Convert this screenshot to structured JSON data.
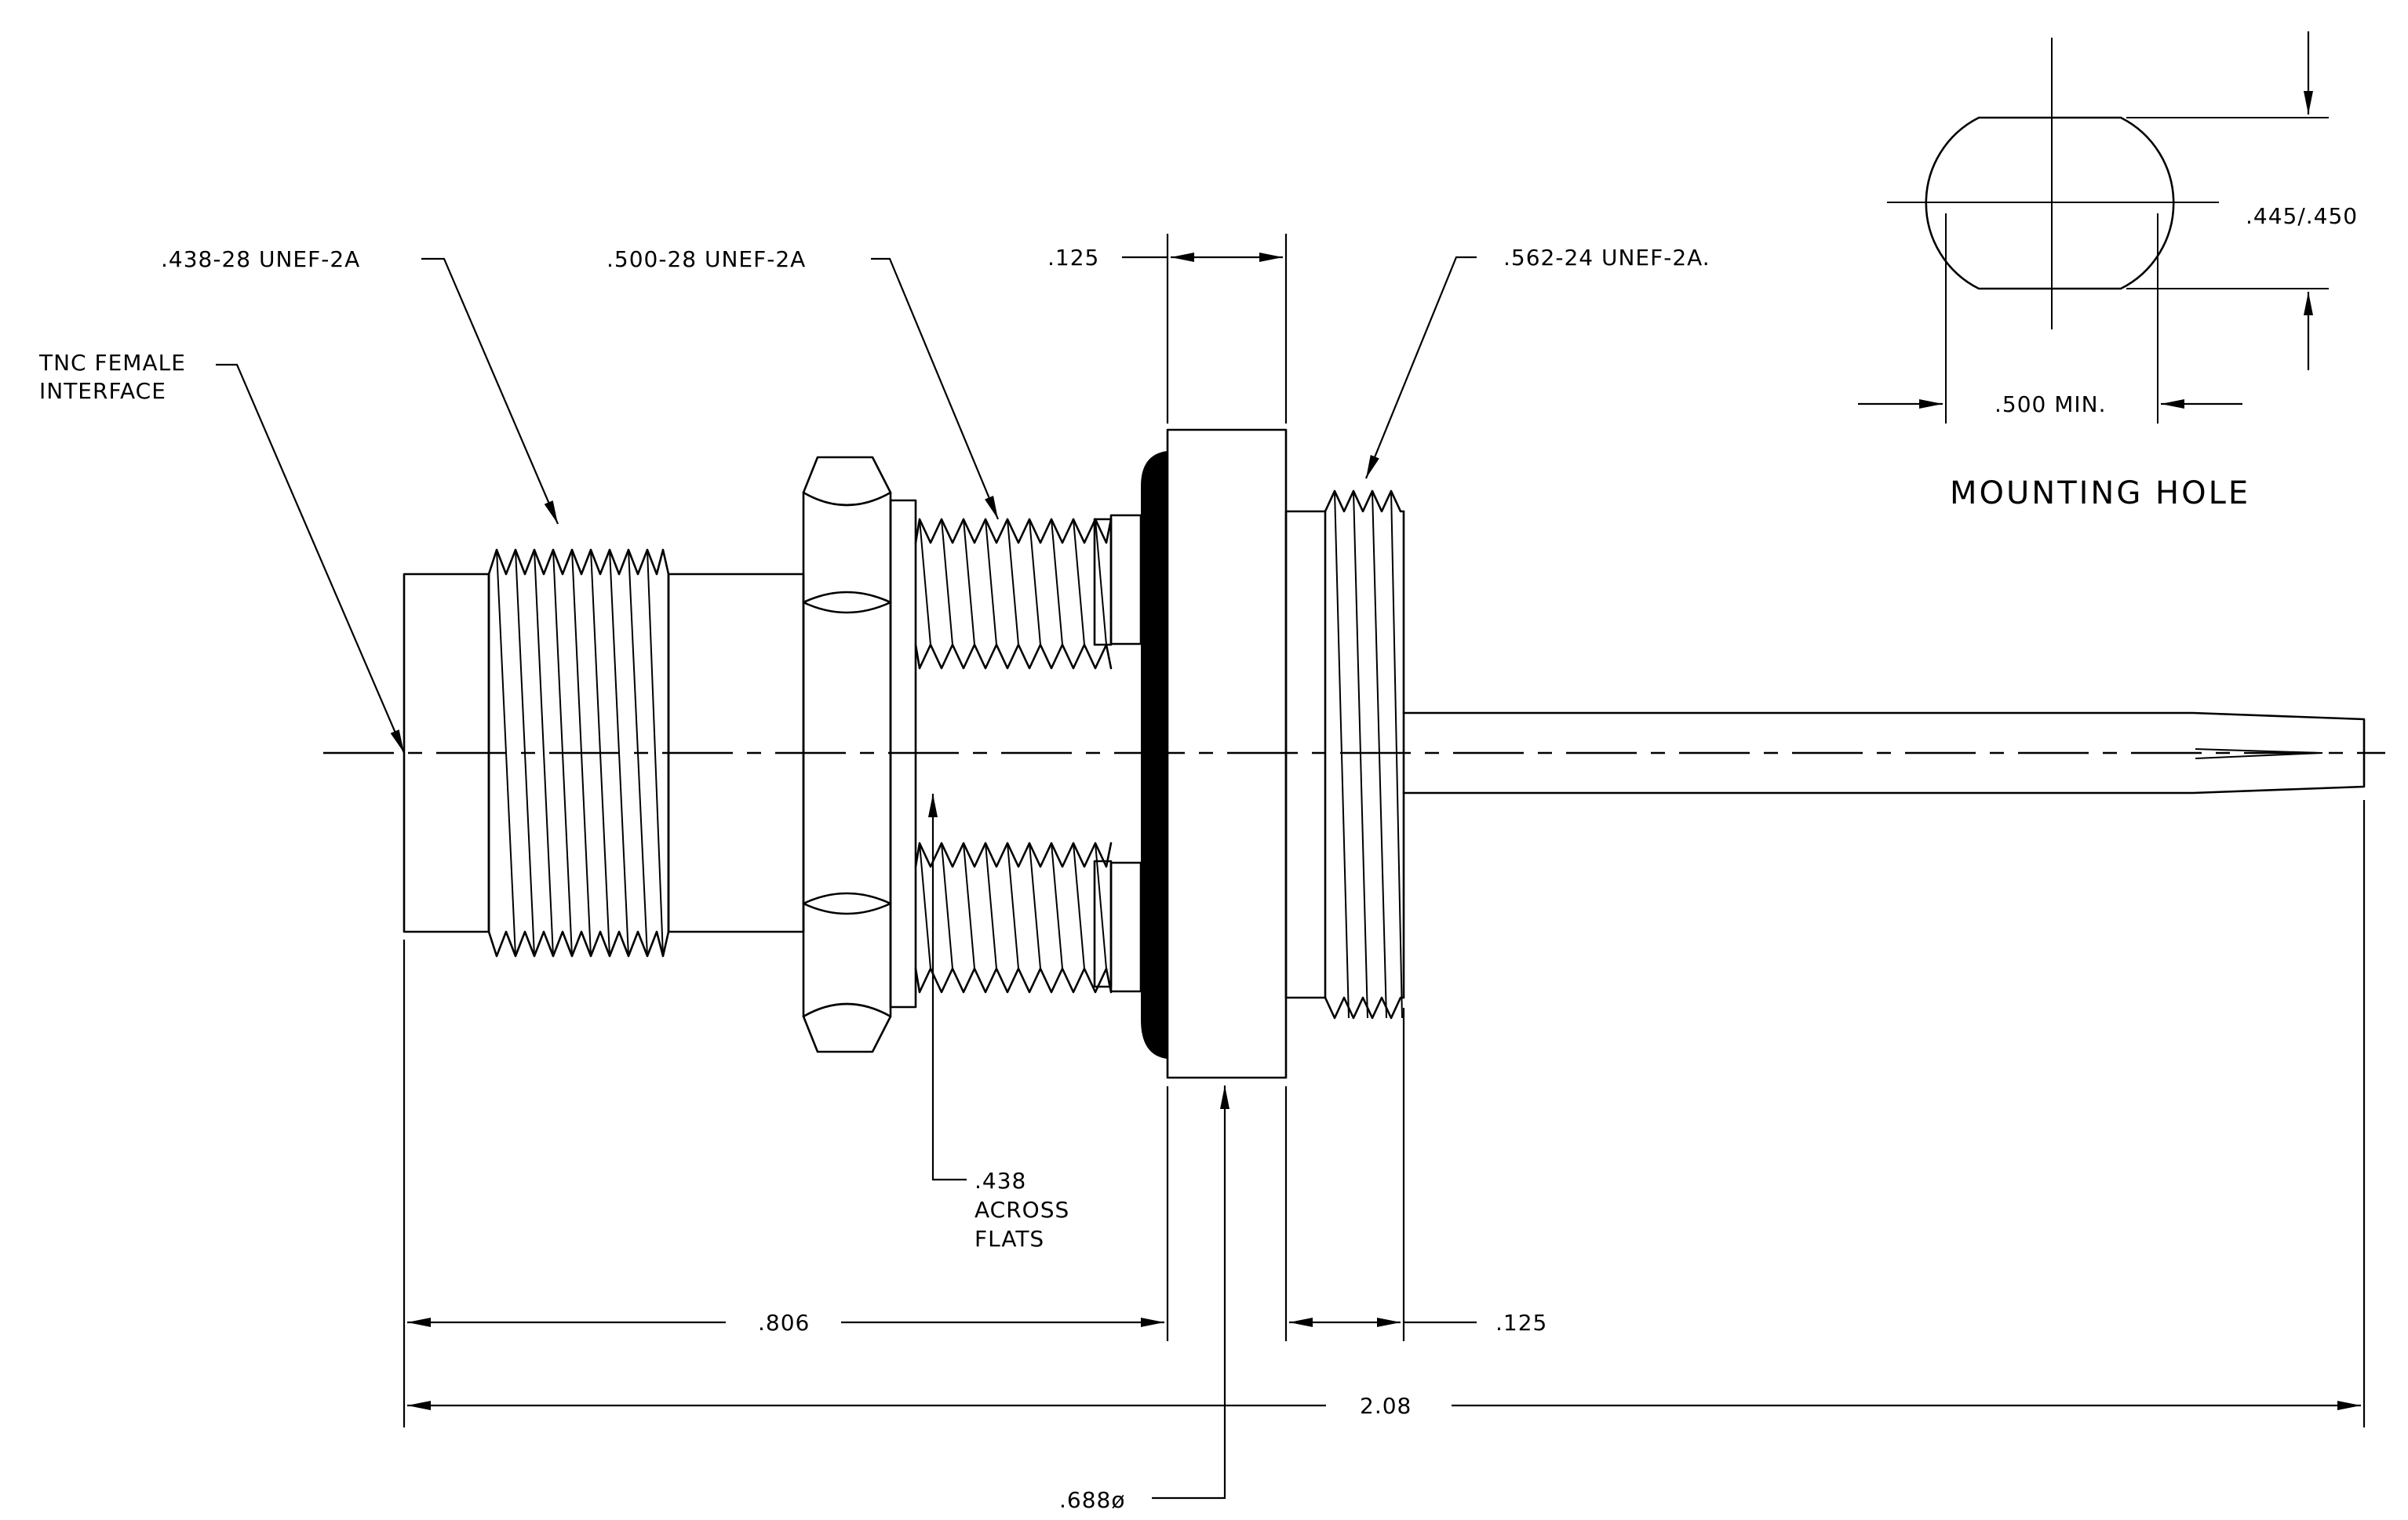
{
  "labels": {
    "tnc_line1": "TNC FEMALE",
    "tnc_line2": "INTERFACE",
    "thread_438": ".438-28 UNEF-2A",
    "thread_500": ".500-28 UNEF-2A",
    "thread_562": ".562-24 UNEF-2A.",
    "flats_line1": ".438",
    "flats_line2": "ACROSS",
    "flats_line3": "FLATS",
    "mounting_hole": "MOUNTING HOLE"
  },
  "dimensions": {
    "flange_thickness": ".125",
    "body_length": ".806",
    "rear_gap": ".125",
    "overall_length": "2.08",
    "flange_diameter": ".688ø",
    "hole_flats": ".445/.450",
    "hole_diameter": ".500 MIN."
  }
}
